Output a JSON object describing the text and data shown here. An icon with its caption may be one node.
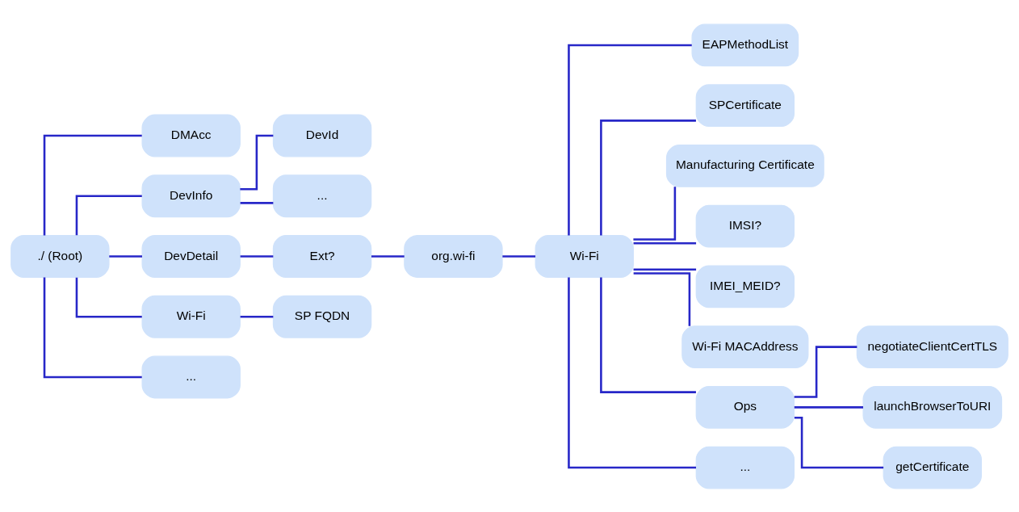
{
  "diagram": {
    "nodes": [
      {
        "text": [
          "./ (Root)"
        ]
      },
      {
        "text": [
          "DMAcc"
        ]
      },
      {
        "text": [
          "DevInfo"
        ]
      },
      {
        "text": [
          "DevId"
        ]
      },
      {
        "text": [
          "..."
        ]
      },
      {
        "text": [
          "DevDetail"
        ]
      },
      {
        "text": [
          "Ext?"
        ]
      },
      {
        "text": [
          "org.wi-fi"
        ]
      },
      {
        "text": [
          "Wi-Fi"
        ]
      },
      {
        "text": [
          "Wi-Fi"
        ]
      },
      {
        "text": [
          "SP FQDN"
        ]
      },
      {
        "text": [
          "..."
        ]
      },
      {
        "text": [
          "EAPMethodList"
        ]
      },
      {
        "text": [
          "SPCertificate"
        ]
      },
      {
        "text": [
          "Manufacturing Certificate"
        ]
      },
      {
        "text": [
          "IMSI?"
        ]
      },
      {
        "text": [
          "IMEI_MEID?"
        ]
      },
      {
        "text": [
          "Wi-Fi MACAddress"
        ]
      },
      {
        "text": [
          "Ops"
        ]
      },
      {
        "text": [
          "..."
        ]
      },
      {
        "text": [
          "negotiateClientCertTLS"
        ]
      },
      {
        "text": [
          "launchBrowserToURI"
        ]
      },
      {
        "text": [
          "getCertificate"
        ]
      }
    ],
    "edges": [
      {
        "from": 0,
        "to": 1,
        "arrow": "none"
      },
      {
        "from": 0,
        "to": 2,
        "arrow": "none"
      },
      {
        "from": 0,
        "to": 5,
        "arrow": "none"
      },
      {
        "from": 0,
        "to": 9,
        "arrow": "none"
      },
      {
        "from": 0,
        "to": 11,
        "arrow": "none"
      },
      {
        "from": 2,
        "to": 3,
        "arrow": "none"
      },
      {
        "from": 2,
        "to": 4,
        "arrow": "none"
      },
      {
        "from": 5,
        "to": 6,
        "arrow": "none"
      },
      {
        "from": 6,
        "to": 7,
        "arrow": "none"
      },
      {
        "from": 7,
        "to": 8,
        "arrow": "none"
      },
      {
        "from": 9,
        "to": 10,
        "arrow": "none"
      },
      {
        "from": 8,
        "to": 12,
        "arrow": "none"
      },
      {
        "from": 8,
        "to": 13,
        "arrow": "none"
      },
      {
        "from": 8,
        "to": 14,
        "arrow": "none"
      },
      {
        "from": 8,
        "to": 15,
        "arrow": "none"
      },
      {
        "from": 8,
        "to": 16,
        "arrow": "none"
      },
      {
        "from": 8,
        "to": 17,
        "arrow": "none"
      },
      {
        "from": 8,
        "to": 18,
        "arrow": "none"
      },
      {
        "from": 8,
        "to": 19,
        "arrow": "none"
      },
      {
        "from": 18,
        "to": 20,
        "arrow": "none"
      },
      {
        "from": 18,
        "to": 21,
        "arrow": "none"
      },
      {
        "from": 18,
        "to": 22,
        "arrow": "none"
      }
    ]
  }
}
